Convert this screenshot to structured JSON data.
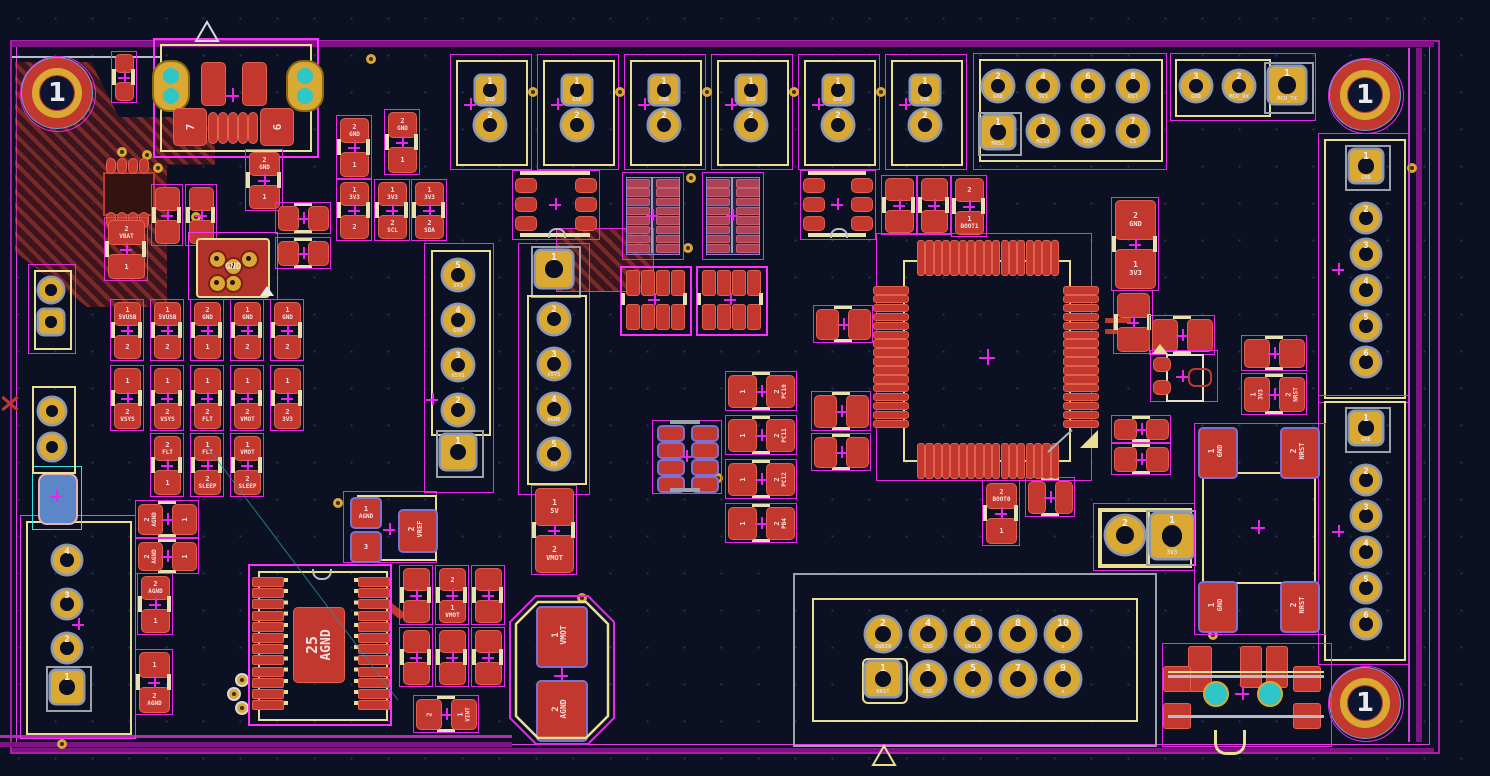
{
  "colors": {
    "background": "#0b1022",
    "copper_red": "#c2382e",
    "courtyard_pink": "#e926e9",
    "silkscreen_yellow": "#e8df95",
    "pad_gold": "#d9a933",
    "board_edge_purple": "#b325b3",
    "drill_teal": "#2ec6c6",
    "inner_layer_blue": "#8a97b5",
    "crystal_blue": "#5b87c8"
  },
  "mounting_holes": [
    "1",
    "1",
    "1"
  ],
  "usb": {
    "pin7": "7",
    "pin6": "6"
  },
  "testpoints": {
    "p1": "1",
    "net1": "GND",
    "p2": "2"
  },
  "headers": {
    "spi": {
      "top": [
        {
          "n": "2",
          "net": "GND"
        },
        {
          "n": "4",
          "net": "3V3"
        },
        {
          "n": "6",
          "net": "DC"
        },
        {
          "n": "8",
          "net": "RST"
        }
      ],
      "bottom": [
        {
          "n": "1",
          "net": "MOSI"
        },
        {
          "n": "3",
          "net": "MISO"
        },
        {
          "n": "5",
          "net": "SCK"
        },
        {
          "n": "7",
          "net": "CS"
        }
      ]
    },
    "uart": {
      "pads": [
        {
          "n": "3",
          "net": "GND"
        },
        {
          "n": "2",
          "net": "MCU_RX"
        },
        {
          "n": "1",
          "net": "MCU_TX"
        }
      ]
    },
    "right_a": {
      "pads": [
        {
          "n": "1",
          "net": "GND"
        },
        {
          "n": "2",
          "net": ""
        },
        {
          "n": "3",
          "net": ""
        },
        {
          "n": "4",
          "net": ""
        },
        {
          "n": "5",
          "net": ""
        },
        {
          "n": "6",
          "net": ""
        }
      ]
    },
    "right_b": {
      "pads": [
        {
          "n": "1",
          "net": "GND"
        },
        {
          "n": "2",
          "net": ""
        },
        {
          "n": "3",
          "net": ""
        },
        {
          "n": "4",
          "net": ""
        },
        {
          "n": "5",
          "net": ""
        },
        {
          "n": "6",
          "net": ""
        }
      ]
    },
    "power_a": {
      "pads": [
        {
          "n": "5",
          "net": "3V3"
        },
        {
          "n": "4",
          "net": "GND"
        },
        {
          "n": "3",
          "net": "VSYS"
        },
        {
          "n": "2",
          "net": ""
        },
        {
          "n": "1",
          "net": ""
        }
      ]
    },
    "power_b": {
      "pads": [
        {
          "n": "1",
          "net": ""
        },
        {
          "n": "2",
          "net": ""
        },
        {
          "n": "3",
          "net": "VSYS"
        },
        {
          "n": "4",
          "net": "AGND"
        },
        {
          "n": "5",
          "net": "5V"
        }
      ]
    },
    "left4": {
      "pads": [
        {
          "n": "4",
          "net": ""
        },
        {
          "n": "3",
          "net": ""
        },
        {
          "n": "2",
          "net": ""
        },
        {
          "n": "1",
          "net": ""
        }
      ]
    },
    "swd": {
      "top": [
        {
          "n": "2",
          "net": "SWDIO"
        },
        {
          "n": "4",
          "net": "GND"
        },
        {
          "n": "6",
          "net": "SWCLK"
        },
        {
          "n": "8",
          "net": ""
        },
        {
          "n": "10",
          "net": "x"
        }
      ],
      "bottom": [
        {
          "n": "1",
          "net": "NRST"
        },
        {
          "n": "3",
          "net": "GND"
        },
        {
          "n": "5",
          "net": "x"
        },
        {
          "n": "7",
          "net": ""
        },
        {
          "n": "9",
          "net": "x"
        }
      ]
    }
  },
  "res": {
    "vbat": {
      "a": "2",
      "an": "VBAT",
      "b": "1",
      "bn": ""
    },
    "gnd_tl": {
      "a": "2",
      "an": "GND",
      "b": "1",
      "bn": ""
    },
    "i2c_gnd1": {
      "a": "2",
      "an": "GND",
      "b": "1",
      "bn": ""
    },
    "i2c_gnd2": {
      "a": "2",
      "an": "GND",
      "b": "1",
      "bn": ""
    },
    "i2c_3v3": {
      "a": "1",
      "an": "3V3",
      "b": "2",
      "bn": ""
    },
    "i2c_scl": {
      "a": "1",
      "an": "3V3",
      "b": "2",
      "bn": "SCL"
    },
    "i2c_sda": {
      "a": "1",
      "an": "3V3",
      "b": "2",
      "bn": "SDA"
    },
    "g11": {
      "a": "1",
      "an": "5VUSB",
      "b": "2",
      "bn": ""
    },
    "g12": {
      "a": "1",
      "an": "5VUSB",
      "b": "2",
      "bn": ""
    },
    "g13": {
      "a": "2",
      "an": "GND",
      "b": "1",
      "bn": ""
    },
    "g14": {
      "a": "1",
      "an": "GND",
      "b": "2",
      "bn": ""
    },
    "g15": {
      "a": "1",
      "an": "GND",
      "b": "2",
      "bn": ""
    },
    "g21": {
      "a": "1",
      "an": "",
      "b": "2",
      "bn": "VSYS"
    },
    "g22": {
      "a": "1",
      "an": "",
      "b": "2",
      "bn": "VSYS"
    },
    "g23": {
      "a": "1",
      "an": "",
      "b": "2",
      "bn": "FLT"
    },
    "g24": {
      "a": "1",
      "an": "",
      "b": "2",
      "bn": "VMOT"
    },
    "g25": {
      "a": "1",
      "an": "",
      "b": "2",
      "bn": "3V3"
    },
    "g31": {
      "a": "2",
      "an": "FLT",
      "b": "1",
      "bn": ""
    },
    "g32": {
      "a": "1",
      "an": "FLT",
      "b": "2",
      "bn": "SLEEP"
    },
    "g33": {
      "a": "1",
      "an": "VMOT",
      "b": "2",
      "bn": "SLEEP"
    },
    "r5v": {
      "a": "1",
      "an": "5V",
      "b": "2",
      "bn": "VMOT"
    },
    "boot1": {
      "a": "2",
      "an": "",
      "b": "1",
      "bn": "BOOT1"
    },
    "boot0": {
      "a": "2",
      "an": "BOOT0",
      "b": "1",
      "bn": ""
    },
    "gnd3v3": {
      "a": "2",
      "an": "GND",
      "b": "1",
      "bn": "3V3"
    },
    "vmotcap": {
      "a": "2",
      "an": "",
      "b": "1",
      "bn": "VMOT"
    },
    "agnd_v1": {
      "a": "2",
      "an": "AGND",
      "b": "1",
      "bn": ""
    },
    "agnd_v2": {
      "a": "1",
      "an": "",
      "b": "2",
      "bn": "AGND"
    },
    "agnd_h1": {
      "a": "2",
      "an": "AGND",
      "b": "1",
      "bn": ""
    },
    "agnd_h2": {
      "a": "2",
      "an": "AGND",
      "b": "1",
      "bn": ""
    },
    "pc10": {
      "a": "1",
      "an": "",
      "b": "2",
      "bn": "PC10"
    },
    "pc11": {
      "a": "1",
      "an": "",
      "b": "2",
      "bn": "PC11"
    },
    "pc12": {
      "a": "1",
      "an": "",
      "b": "2",
      "bn": "PC12"
    },
    "pb4": {
      "a": "1",
      "an": "",
      "b": "2",
      "bn": "PB4"
    },
    "vint": {
      "a": "2",
      "an": "",
      "b": "1",
      "bn": "VINT"
    },
    "nrst3v3": {
      "a": "1",
      "an": "3V3",
      "b": "2",
      "bn": "NRST"
    }
  },
  "button": {
    "left_num": "1",
    "left_net": "GND",
    "right_num": "2",
    "right_net": "NRST"
  },
  "jumper": {
    "p2": "2",
    "p1": "1",
    "net1": "3V3"
  },
  "elco": {
    "p1": "1",
    "net1": "VMOT",
    "p2": "2",
    "net2": "AGND"
  },
  "bigchip": {
    "pad": "25",
    "net": "AGND"
  },
  "sot_vref": {
    "p1": "1",
    "net1": "AGND",
    "p3": "3",
    "p2": "2",
    "net2": "VREF"
  },
  "xtal_pad_label": "GND"
}
